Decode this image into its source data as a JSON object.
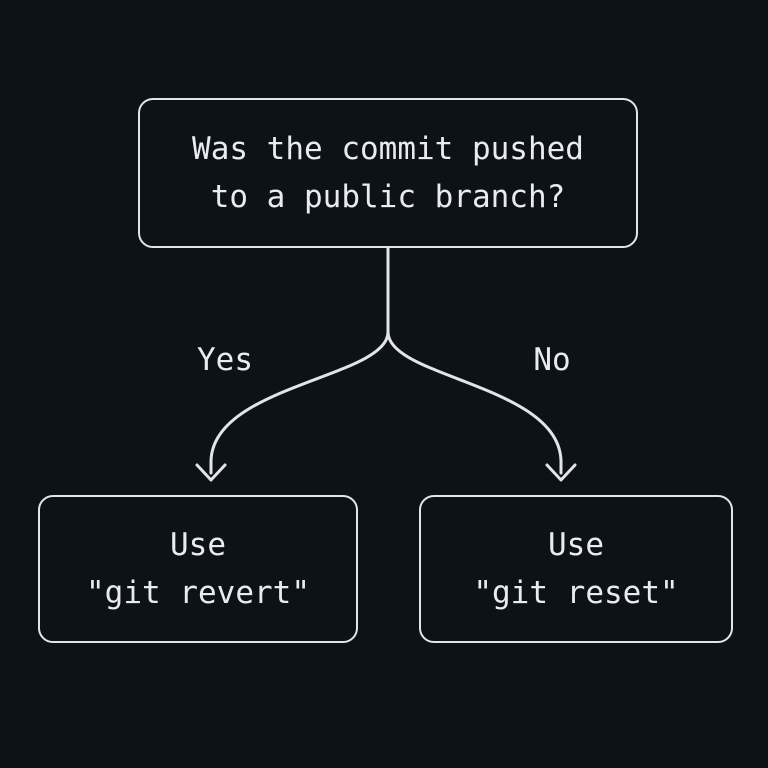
{
  "colors": {
    "background": "#0d1118",
    "line": "#e2e4e9",
    "text": "#e9ebef"
  },
  "flowchart": {
    "question": {
      "line1": "Was the commit pushed",
      "line2": "to a public branch?"
    },
    "branches": [
      {
        "label": "Yes",
        "result_line1": "Use",
        "result_line2": "\"git revert\""
      },
      {
        "label": "No",
        "result_line1": "Use",
        "result_line2": "\"git reset\""
      }
    ]
  }
}
